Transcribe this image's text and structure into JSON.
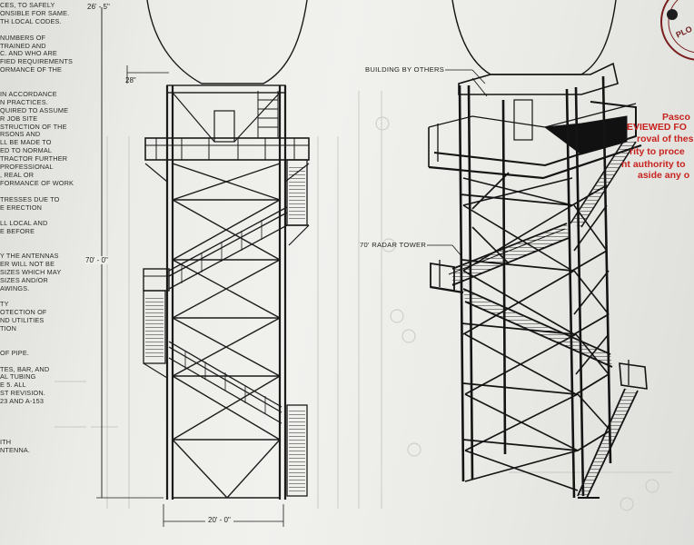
{
  "notes": {
    "lines": [
      "CES, TO SAFELY",
      "ONSIBLE FOR SAME.",
      "TH LOCAL CODES.",
      "",
      "NUMBERS OF",
      "TRAINED AND",
      "C. AND WHO ARE",
      "FIED REQUIREMENTS",
      "ORMANCE OF THE",
      "",
      "",
      "IN ACCORDANCE",
      "N PRACTICES.",
      "QUIRED TO ASSUME",
      "R JOB SITE",
      "STRUCTION OF THE",
      "RSONS AND",
      "LL BE MADE TO",
      "ED TO NORMAL",
      "TRACTOR FURTHER",
      "PROFESSIONAL",
      ", REAL OR",
      "FORMANCE OF WORK",
      "",
      "TRESSES DUE TO",
      "E ERECTION",
      "",
      "LL LOCAL AND",
      "E BEFORE",
      "",
      "",
      "Y THE ANTENNAS",
      "ER WILL NOT BE",
      "SIZES WHICH MAY",
      "SIZES AND/OR",
      "AWINGS.",
      "",
      "TY",
      "OTECTION OF",
      "ND UTILITIES",
      "TION",
      "",
      "",
      "OF PIPE.",
      "",
      "TES, BAR, AND",
      "AL TUBING",
      "E 5. ALL",
      "ST REVISION.",
      "23 AND A-153",
      "",
      "",
      "",
      "",
      "ITH",
      "NTENNA."
    ]
  },
  "dimensions": {
    "top": "26' - 5\"",
    "offset": "28\"",
    "height": "70' - 0\"",
    "width": "20' - 0\""
  },
  "callouts": {
    "building": "BUILDING BY OTHERS",
    "tower": "70' RADAR TOWER"
  },
  "stamp": {
    "lines": [
      "Pasco",
      "EVIEWED FO",
      "roval of thes",
      "rity to proce",
      "nt authority to",
      "aside any o"
    ],
    "seal_text": "PLO",
    "color": "#c8231f"
  }
}
